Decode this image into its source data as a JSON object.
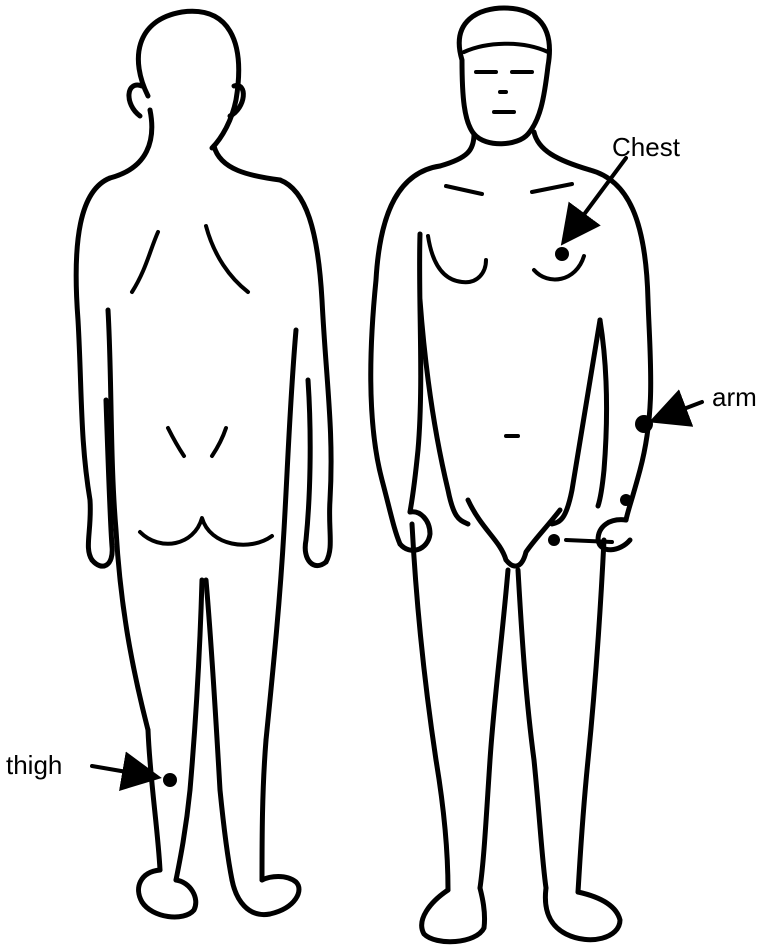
{
  "figure": {
    "labels": {
      "chest": "Chest",
      "arm": "arm",
      "thigh": "thigh"
    },
    "ink_color": "#000000",
    "background_color": "#ffffff"
  }
}
